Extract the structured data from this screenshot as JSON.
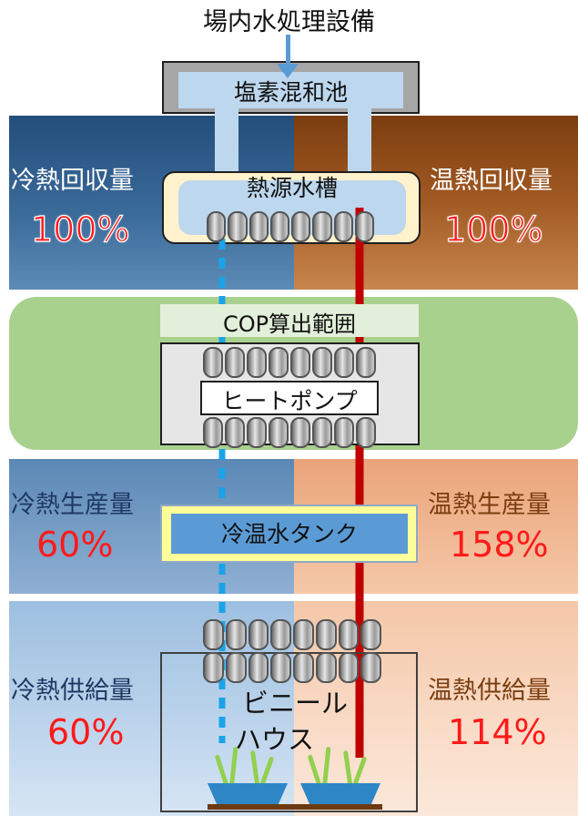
{
  "title": "場内水処理設備",
  "chlorine_tank": "塩素混和池",
  "heat_source_tank": "熱源水槽",
  "cop_range": "COP算出範囲",
  "heat_pump": "ヒートポンプ",
  "cold_hot_tank": "冷温水タンク",
  "greenhouse": {
    "line1": "ビニール",
    "line2": "ハウス"
  },
  "left": {
    "recovery": {
      "label": "冷熱回収量",
      "value": "100%"
    },
    "production": {
      "label": "冷熱生産量",
      "value": "60%"
    },
    "supply": {
      "label": "冷熱供給量",
      "value": "60%"
    }
  },
  "right": {
    "recovery": {
      "label": "温熱回収量",
      "value": "100%"
    },
    "production": {
      "label": "温熱生産量",
      "value": "158%"
    },
    "supply": {
      "label": "温熱供給量",
      "value": "114%"
    }
  },
  "colors": {
    "cold_pipe": "#1aa3e8",
    "hot_pipe": "#c00000",
    "percent": "#ff1a1a",
    "cop_band": "#a9d18e"
  }
}
